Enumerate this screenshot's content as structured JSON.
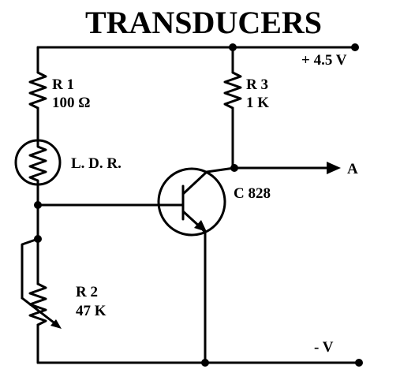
{
  "title": "TRANSDUCERS",
  "supply_positive": "+ 4.5 V",
  "supply_negative": "- V",
  "output": "A",
  "r1": {
    "name": "R 1",
    "value": "100 Ω"
  },
  "ldr": {
    "name": "L. D. R."
  },
  "r2": {
    "name": "R 2",
    "value": "47 K"
  },
  "r3": {
    "name": "R 3",
    "value": "1 K"
  },
  "transistor": {
    "name": "C 828"
  }
}
